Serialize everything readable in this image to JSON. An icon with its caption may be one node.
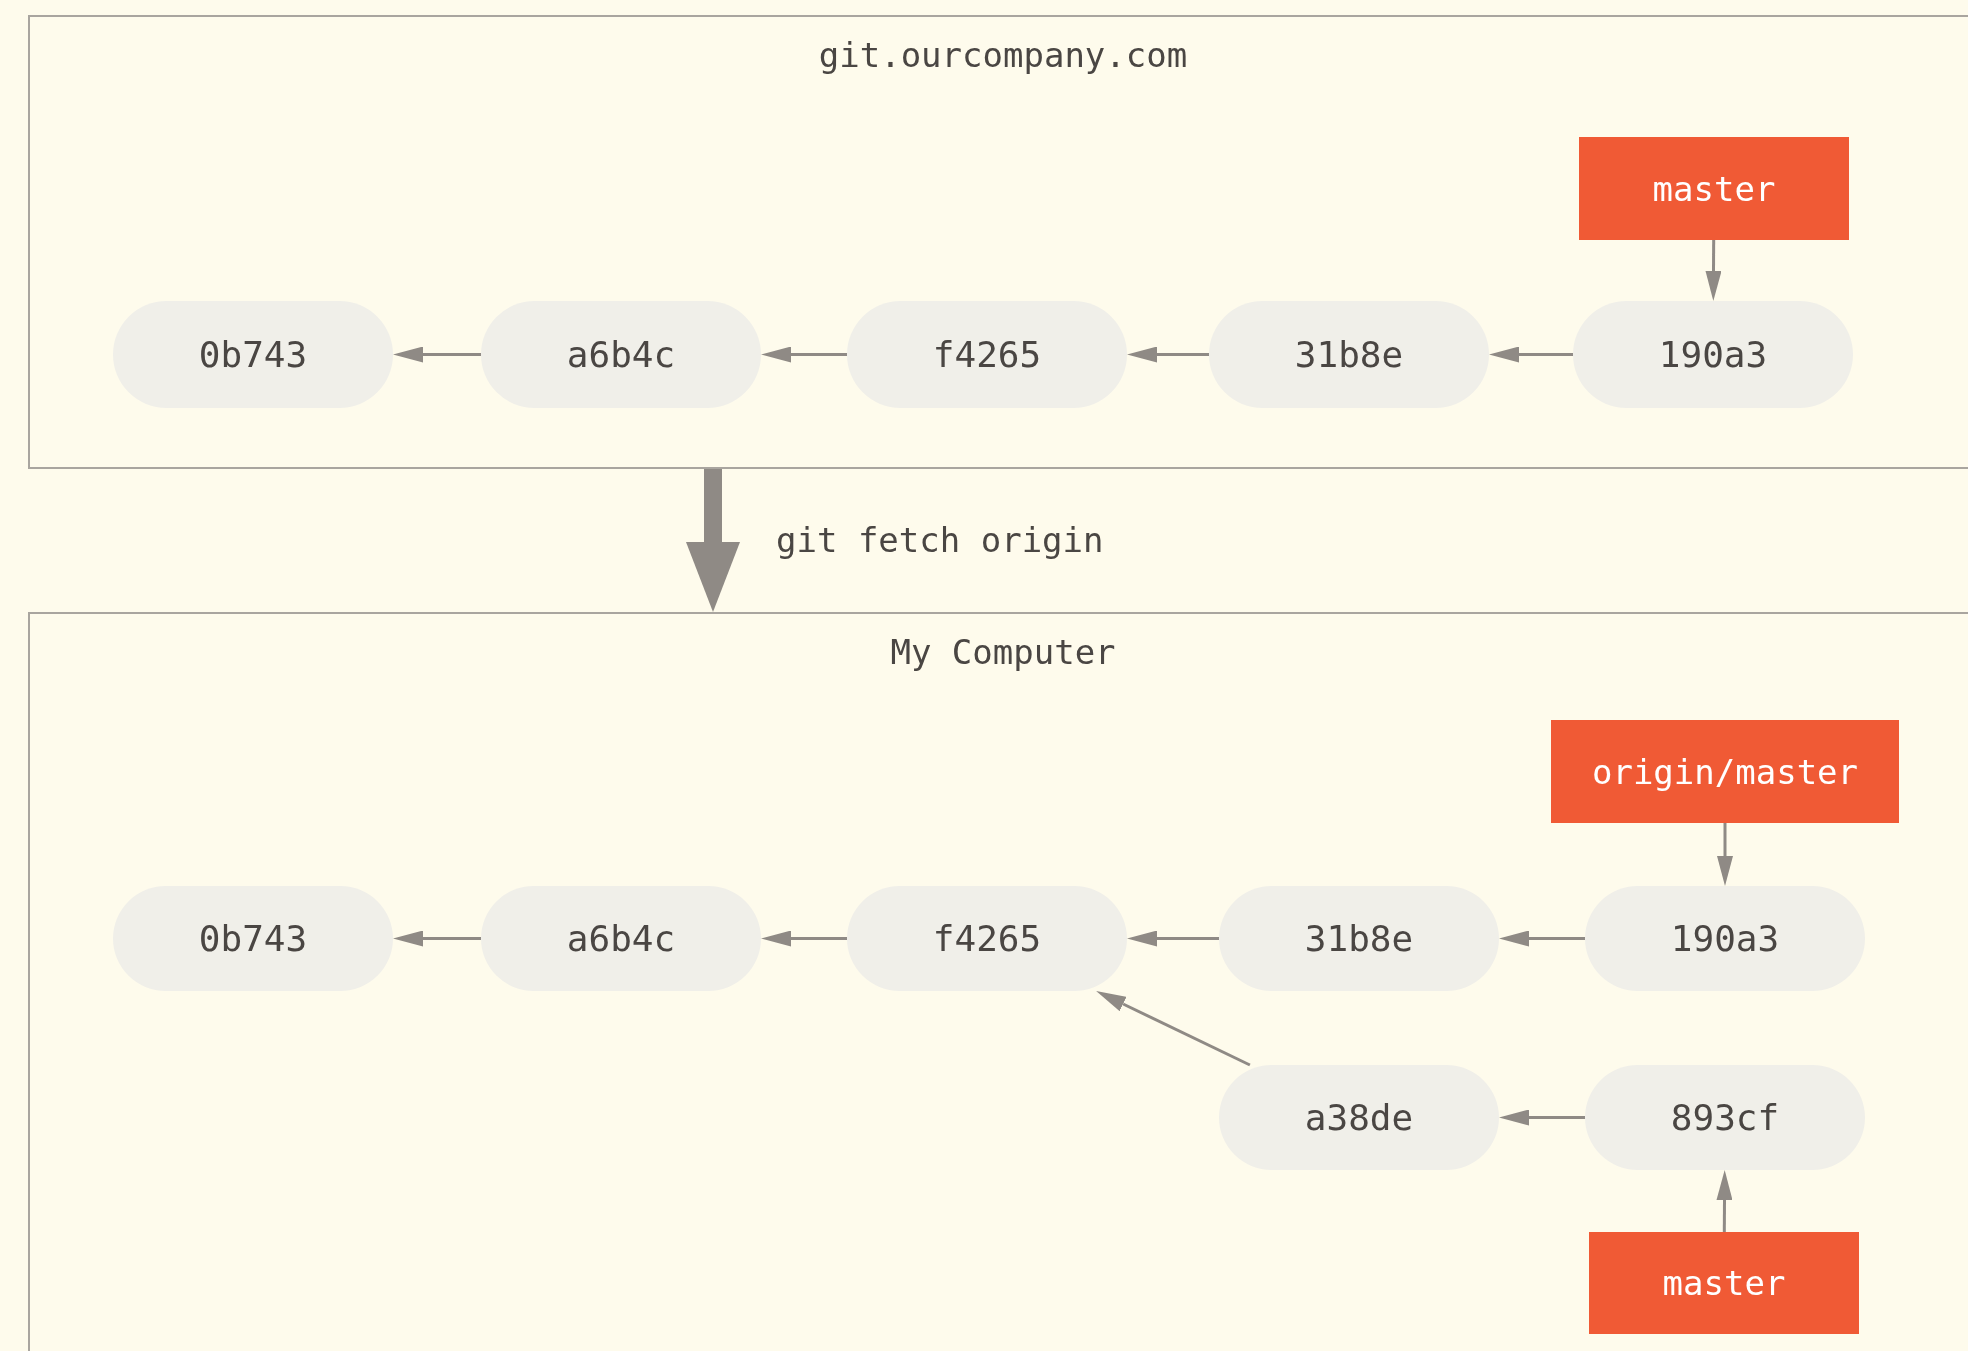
{
  "diagram": {
    "nodes": [
      {
        "text": [
          "git.ourcompany.com"
        ]
      },
      {
        "text": [
          "master"
        ],
        "in": 0
      },
      {
        "text": [
          "0b743"
        ],
        "in": 0
      },
      {
        "text": [
          "a6b4c"
        ],
        "in": 0
      },
      {
        "text": [
          "f4265"
        ],
        "in": 0
      },
      {
        "text": [
          "31b8e"
        ],
        "in": 0
      },
      {
        "text": [
          "190a3"
        ],
        "in": 0
      },
      {
        "text": [
          "My Computer"
        ]
      },
      {
        "text": [
          "origin/master"
        ],
        "in": 7
      },
      {
        "text": [
          "0b743"
        ],
        "in": 7
      },
      {
        "text": [
          "a6b4c"
        ],
        "in": 7
      },
      {
        "text": [
          "f4265"
        ],
        "in": 7
      },
      {
        "text": [
          "31b8e"
        ],
        "in": 7
      },
      {
        "text": [
          "190a3"
        ],
        "in": 7
      },
      {
        "text": [
          "a38de"
        ],
        "in": 7
      },
      {
        "text": [
          "893cf"
        ],
        "in": 7
      },
      {
        "text": [
          "master"
        ],
        "in": 7
      }
    ],
    "edges": [
      {
        "from": 1,
        "to": 6,
        "arrow": "to"
      },
      {
        "from": 6,
        "to": 5,
        "arrow": "to"
      },
      {
        "from": 5,
        "to": 4,
        "arrow": "to"
      },
      {
        "from": 4,
        "to": 3,
        "arrow": "to"
      },
      {
        "from": 3,
        "to": 2,
        "arrow": "to"
      },
      {
        "from": 0,
        "to": 7,
        "arrow": "to",
        "label": "git fetch origin",
        "style": "thick"
      },
      {
        "from": 8,
        "to": 13,
        "arrow": "to"
      },
      {
        "from": 13,
        "to": 12,
        "arrow": "to"
      },
      {
        "from": 12,
        "to": 11,
        "arrow": "to"
      },
      {
        "from": 11,
        "to": 10,
        "arrow": "to"
      },
      {
        "from": 10,
        "to": 9,
        "arrow": "to"
      },
      {
        "from": 14,
        "to": 11,
        "arrow": "to"
      },
      {
        "from": 15,
        "to": 14,
        "arrow": "to"
      },
      {
        "from": 16,
        "to": 15,
        "arrow": "to"
      }
    ]
  }
}
